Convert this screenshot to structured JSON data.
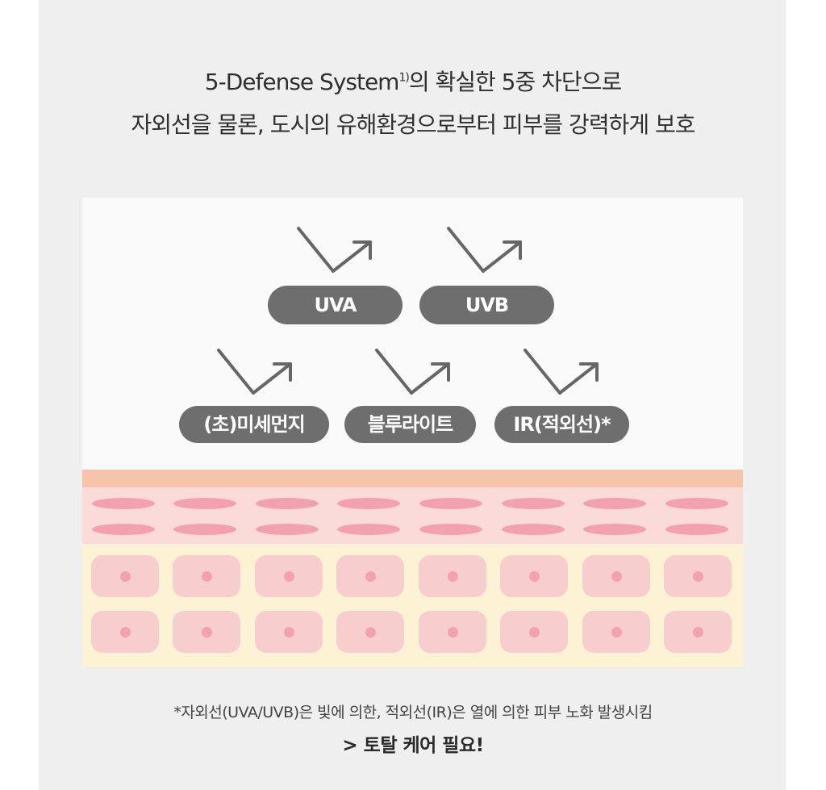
{
  "headline": {
    "line1_prefix": "5-Defense System",
    "line1_sup": "1)",
    "line1_suffix": "의 확실한 5중 차단으로",
    "line2": "자외선을 물론, 도시의 유해환경으로부터 피부를 강력하게 보호"
  },
  "threats": {
    "uva": "UVA",
    "uvb": "UVB",
    "dust": "(초)미세먼지",
    "bluelight": "블루라이트",
    "ir": "IR(적외선)*"
  },
  "footnote": "*자외선(UVA/UVB)은 빛에 의한, 적외선(IR)은 열에 의한 피부 노화 발생시킴",
  "cta": "> 토탈 케어 필요!",
  "colors": {
    "background": "#efefef",
    "pill": "#6e6e6e",
    "arrow": "#666666",
    "stratum": "#f6c3ab",
    "epidermis": "#fbdada",
    "dermis": "#fdf2d3",
    "cell": "#f8cdcd",
    "nucleus": "#f2a2ae"
  }
}
